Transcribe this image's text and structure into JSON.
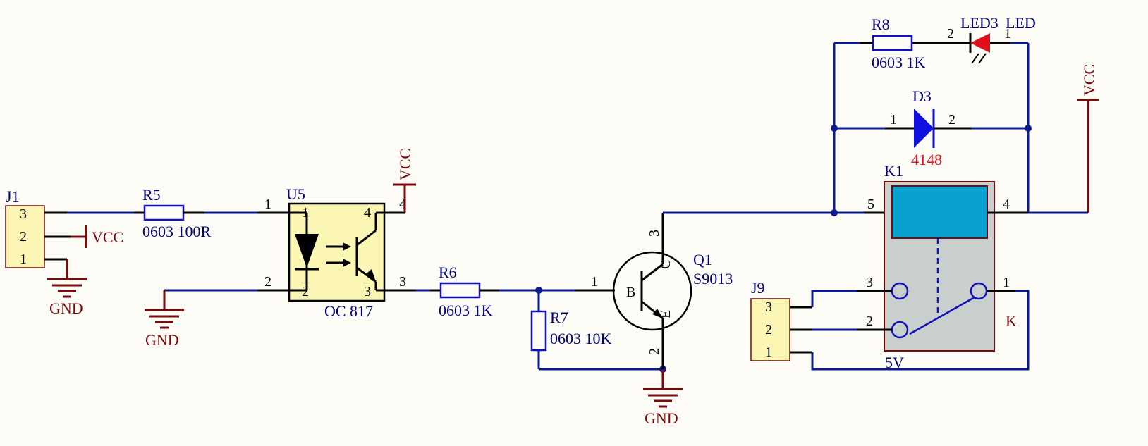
{
  "nets": {
    "vcc": "VCC",
    "gnd": "GND"
  },
  "j1": {
    "ref": "J1",
    "pins": [
      "3",
      "2",
      "1"
    ]
  },
  "r5": {
    "ref": "R5",
    "value": "0603 100R"
  },
  "u5": {
    "ref": "U5",
    "value": "OC 817",
    "pins": [
      "1",
      "2",
      "3",
      "4"
    ]
  },
  "r6": {
    "ref": "R6",
    "value": "0603 1K"
  },
  "r7": {
    "ref": "R7",
    "value": "0603 10K"
  },
  "q1": {
    "ref": "Q1",
    "value": "S9013",
    "b": "B",
    "c": "C",
    "e": "E"
  },
  "r8": {
    "ref": "R8",
    "value": "0603 1K"
  },
  "led3": {
    "ref": "LED3",
    "value": "LED"
  },
  "d3": {
    "ref": "D3",
    "value": "4148"
  },
  "k1": {
    "ref": "K1",
    "label": "K",
    "coil_label": "5V"
  },
  "j9": {
    "ref": "J9",
    "pins": [
      "3",
      "2",
      "1"
    ]
  },
  "pinnums": {
    "one": "1",
    "two": "2",
    "three": "3",
    "four": "4",
    "five": "5"
  },
  "colors": {
    "wire": "#0a1a8a",
    "power": "#7a0a0a",
    "part_fill": "#fbf6b4",
    "relay_body": "#c9cfcd",
    "relay_coil": "#0aa0d0",
    "led": "#e0101a",
    "diode": "#1010e0",
    "background": "#fdfcf6"
  }
}
